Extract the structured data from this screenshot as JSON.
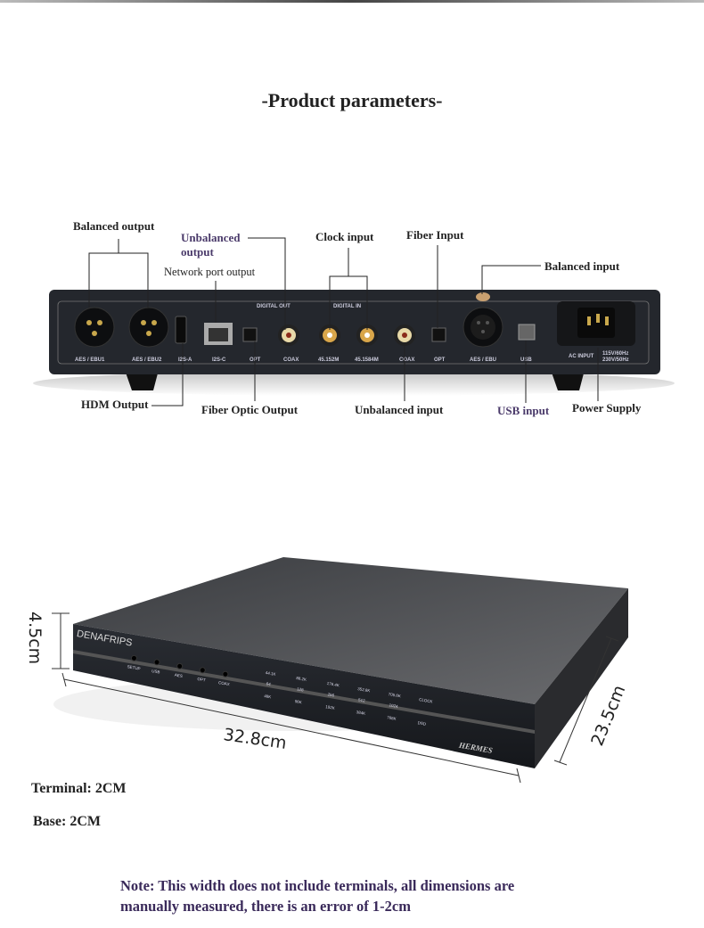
{
  "title": "-Product parameters-",
  "rear_callouts": {
    "balanced_output": "Balanced output",
    "unbalanced_output_1": "Unbalanced",
    "unbalanced_output_2": "output",
    "network_port_output": "Network port output",
    "clock_input": "Clock input",
    "fiber_input": "Fiber Input",
    "balanced_input": "Balanced input",
    "hdmi_output": "HDM Output",
    "fiber_optic_output": "Fiber Optic Output",
    "unbalanced_input": "Unbalanced input",
    "usb_input": "USB input",
    "power_supply": "Power Supply"
  },
  "rear_panel": {
    "digital_out": "DIGITAL OUT",
    "digital_in": "DIGITAL IN",
    "ports": [
      "AES / EBU1",
      "AES / EBU2",
      "I2S-A",
      "I2S-C",
      "OPT",
      "COAX",
      "45.152M",
      "45.1584M",
      "COAX",
      "OPT",
      "AES / EBU",
      "USB"
    ],
    "ac_input": "AC INPUT",
    "voltage_1": "115V/60Hz",
    "voltage_2": "230V/50Hz"
  },
  "front_panel": {
    "brand": "DENAFRIPS",
    "model": "HERMES",
    "inputs": [
      "SETUP",
      "USB",
      "AES",
      "OPT",
      "COAX"
    ],
    "row1": [
      "44.1K",
      "88.2K",
      "176.4K",
      "352.8K",
      "705.6K",
      "CLOCK"
    ],
    "row2": [
      "64",
      "128",
      "256",
      "512",
      "1024"
    ],
    "row3": [
      "48K",
      "96K",
      "192K",
      "384K",
      "768K",
      "DSD"
    ]
  },
  "dimensions": {
    "height": "4.5cm",
    "width": "32.8cm",
    "depth": "23.5cm"
  },
  "terminal": "Terminal: 2CM",
  "base": "Base: 2CM",
  "note_1": "Note: This width does not include terminals, all dimensions are",
  "note_2": "manually measured, there is an error of 1-2cm"
}
